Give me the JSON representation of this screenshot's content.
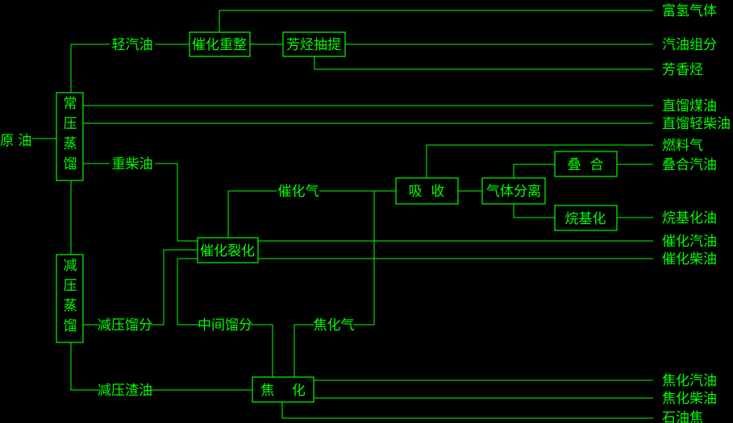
{
  "colors": {
    "background": "#000000",
    "line": "#00ff00",
    "text": "#00ff00"
  },
  "input": {
    "crude": "原 油"
  },
  "units": {
    "atmospheric": "常压蒸馏",
    "vacuum": "减压蒸馏",
    "reforming": "催化重整",
    "aromatics_extraction": "芳烃抽提",
    "cat_cracking": "催化裂化",
    "absorption": "吸  收",
    "gas_separation": "气体分离",
    "polymerization": "叠  合",
    "alkylation": "烷基化",
    "coking": "焦    化"
  },
  "streams": {
    "light_gasoline": "轻汽油",
    "heavy_diesel": "重柴油",
    "cat_gas": "催化气",
    "vacuum_distillate": "减压馏分",
    "middle_distillate": "中间馏分",
    "coker_gas": "焦化气",
    "vacuum_residue": "减压渣油"
  },
  "products": {
    "hydrogen_rich_gas": "富氢气体",
    "gasoline_component": "汽油组分",
    "aromatics": "芳香烃",
    "straight_run_kerosene": "直馏煤油",
    "straight_run_light_diesel": "直馏轻柴油",
    "fuel_gas": "燃料气",
    "polymer_gasoline": "叠合汽油",
    "alkylate": "烷基化油",
    "cat_gasoline": "催化汽油",
    "cat_diesel": "催化柴油",
    "coker_gasoline": "焦化汽油",
    "coker_diesel": "焦化柴油",
    "petroleum_coke": "石油焦"
  }
}
